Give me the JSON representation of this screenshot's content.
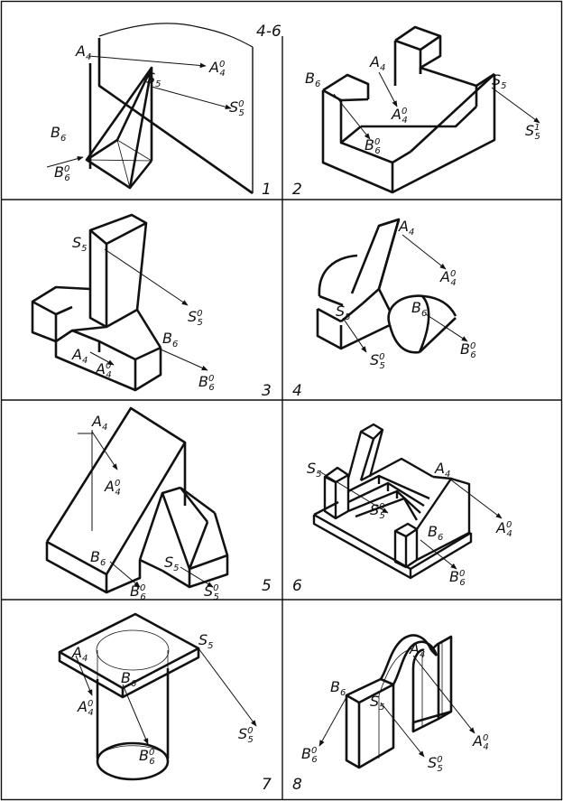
{
  "sheet_title": "4-6",
  "panels": [
    {
      "number": "1",
      "labels": {
        "A4": "A",
        "A4_sub": "4",
        "A4p": "A",
        "A4p_sub": "4",
        "A4p_sup": "0",
        "S5": "S",
        "S5_sub": "5",
        "S5p": "S",
        "S5p_sub": "5",
        "S5p_sup": "0",
        "B6": "B",
        "B6_sub": "6",
        "B6p": "B",
        "B6p_sub": "6",
        "B6p_sup": "0"
      }
    },
    {
      "number": "2",
      "labels": {
        "A4": "A",
        "A4_sub": "4",
        "A4p": "A",
        "A4p_sub": "4",
        "A4p_sup": "0",
        "S5": "S",
        "S5_sub": "5",
        "S5p": "S",
        "S5p_sub": "5",
        "S5p_sup": "1",
        "B6": "B",
        "B6_sub": "6",
        "B6p": "B",
        "B6p_sub": "6",
        "B6p_sup": "0"
      }
    },
    {
      "number": "3",
      "labels": {
        "S5": "S",
        "S5_sub": "5",
        "S5p": "S",
        "S5p_sub": "5",
        "S5p_sup": "0",
        "A4": "A",
        "A4_sub": "4",
        "A4p": "A",
        "A4p_sub": "4",
        "A4p_sup": "0",
        "B6": "B",
        "B6_sub": "6",
        "B6p": "B",
        "B6p_sub": "6",
        "B6p_sup": "0"
      }
    },
    {
      "number": "4",
      "labels": {
        "A4": "A",
        "A4_sub": "4",
        "A4p": "A",
        "A4p_sub": "4",
        "A4p_sup": "0",
        "S5": "S",
        "S5_sub": "5",
        "S5p": "S",
        "S5p_sub": "5",
        "S5p_sup": "0",
        "B6": "B",
        "B6_sub": "6",
        "B6p": "B",
        "B6p_sub": "6",
        "B6p_sup": "0"
      }
    },
    {
      "number": "5",
      "labels": {
        "A4": "A",
        "A4_sub": "4",
        "A4p": "A",
        "A4p_sub": "4",
        "A4p_sup": "0",
        "B6": "B",
        "B6_sub": "6",
        "B6p": "B",
        "B6p_sub": "6",
        "B6p_sup": "0",
        "S5": "S",
        "S5_sub": "5",
        "S5p": "S",
        "S5p_sub": "5",
        "S5p_sup": "0"
      }
    },
    {
      "number": "6",
      "labels": {
        "S5": "S",
        "S5_sub": "5",
        "S5p": "S",
        "S5p_sub": "5",
        "S5p_sup": "0",
        "A4": "A",
        "A4_sub": "4",
        "A4p": "A",
        "A4p_sub": "4",
        "A4p_sup": "0",
        "B6": "B",
        "B6_sub": "6",
        "B6p": "B",
        "B6p_sub": "6",
        "B6p_sup": "0"
      }
    },
    {
      "number": "7",
      "labels": {
        "A4": "A",
        "A4_sub": "4",
        "A4p": "A",
        "A4p_sub": "4",
        "A4p_sup": "0",
        "B6": "B",
        "B6_sub": "6",
        "B6p": "B",
        "B6p_sub": "6",
        "B6p_sup": "0",
        "S5": "S",
        "S5_sub": "5",
        "S5p": "S",
        "S5p_sub": "5",
        "S5p_sup": "0"
      }
    },
    {
      "number": "8",
      "labels": {
        "B6": "B",
        "B6_sub": "6",
        "B6p": "B",
        "B6p_sub": "6",
        "B6p_sup": "0",
        "S5": "S",
        "S5_sub": "5",
        "S5p": "S",
        "S5p_sub": "5",
        "S5p_sup": "0",
        "A4": "A",
        "A4_sub": "4",
        "A4p": "A",
        "A4p_sub": "4",
        "A4p_sup": "0"
      }
    }
  ]
}
